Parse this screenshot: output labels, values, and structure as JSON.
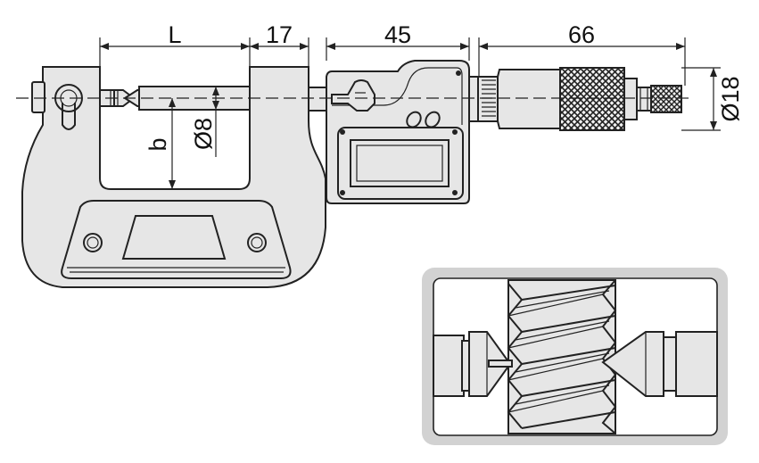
{
  "dimensions": {
    "L": "L",
    "d17": "17",
    "d45": "45",
    "d66": "66",
    "b": "b",
    "dia8": "Ø8",
    "dia18": "Ø18"
  },
  "colors": {
    "body": "#e6e6e6",
    "line": "#222222",
    "inset_frame": "#d2d2d2"
  }
}
